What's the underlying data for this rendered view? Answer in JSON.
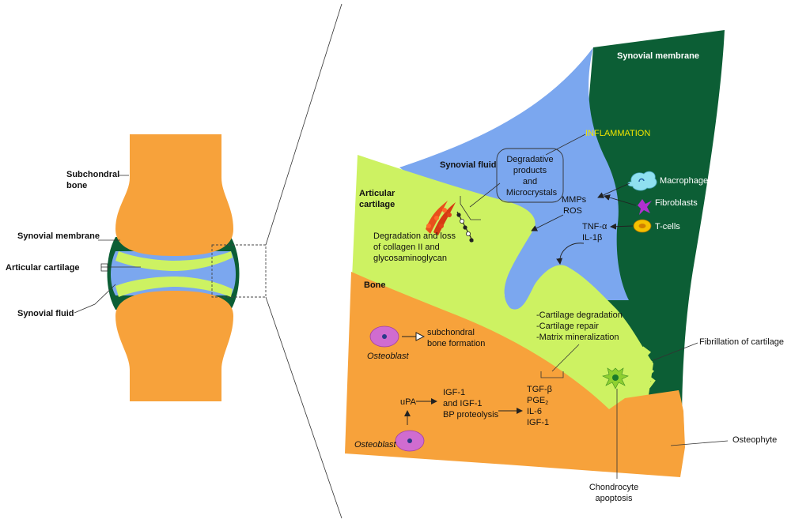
{
  "colors": {
    "bone": "#f7a23b",
    "cartilage": "#cdf262",
    "synovial_fluid": "#7ba7ef",
    "synovial_membrane": "#0c5e35",
    "osteoblast": "#d06cd0",
    "macrophage": "#8fe0f0",
    "tcell": "#f5c000",
    "inflammation_text": "#f2e600"
  },
  "left_panel": {
    "subchondral_bone_line1": "Subchondral",
    "subchondral_bone_line2": "bone",
    "synovial_membrane": "Synovial membrane",
    "articular_cartilage": "Articular cartilage",
    "synovial_fluid": "Synovial fluid"
  },
  "right_panel": {
    "synovial_membrane": "Synovial membrane",
    "synovial_fluid": "Synovial fluid",
    "inflammation": "INFLAMMATION",
    "degradative_line1": "Degradative",
    "degradative_line2": "products",
    "degradative_line3": "and",
    "degradative_line4": "Microcrystals",
    "articular_cartilage_line1": "Articular",
    "articular_cartilage_line2": "cartilage",
    "macrophages": "Macrophages",
    "fibroblasts": "Fibroblasts",
    "tcells": "T-cells",
    "mmps": "MMPs",
    "ros": "ROS",
    "tnf": "TNF-α",
    "il1": "IL-1β",
    "degradation_line1": "Degradation and loss",
    "degradation_line2": "of collagen II and",
    "degradation_line3": "glycosaminoglycan",
    "bone": "Bone",
    "cart_degradation": "-Cartilage degradation",
    "cart_repair": "-Cartilage repair",
    "matrix_min": "-Matrix mineralization",
    "fibrillation": "Fibrillation of cartilage",
    "subchondral_line1": "subchondral",
    "subchondral_line2": "bone formation",
    "osteoblast_1": "Osteoblast",
    "osteoblast_2": "Osteoblast",
    "upa": "uPA",
    "igf_line1": "IGF-1",
    "igf_line2": "and IGF-1",
    "igf_line3": "BP proteolysis",
    "tgf": "TGF-β",
    "pge_main": "PGE",
    "pge_sub": "2",
    "il6": "IL-6",
    "igf1": "IGF-1",
    "osteophyte": "Osteophyte",
    "chondrocyte_line1": "Chondrocyte",
    "chondrocyte_line2": "apoptosis"
  }
}
